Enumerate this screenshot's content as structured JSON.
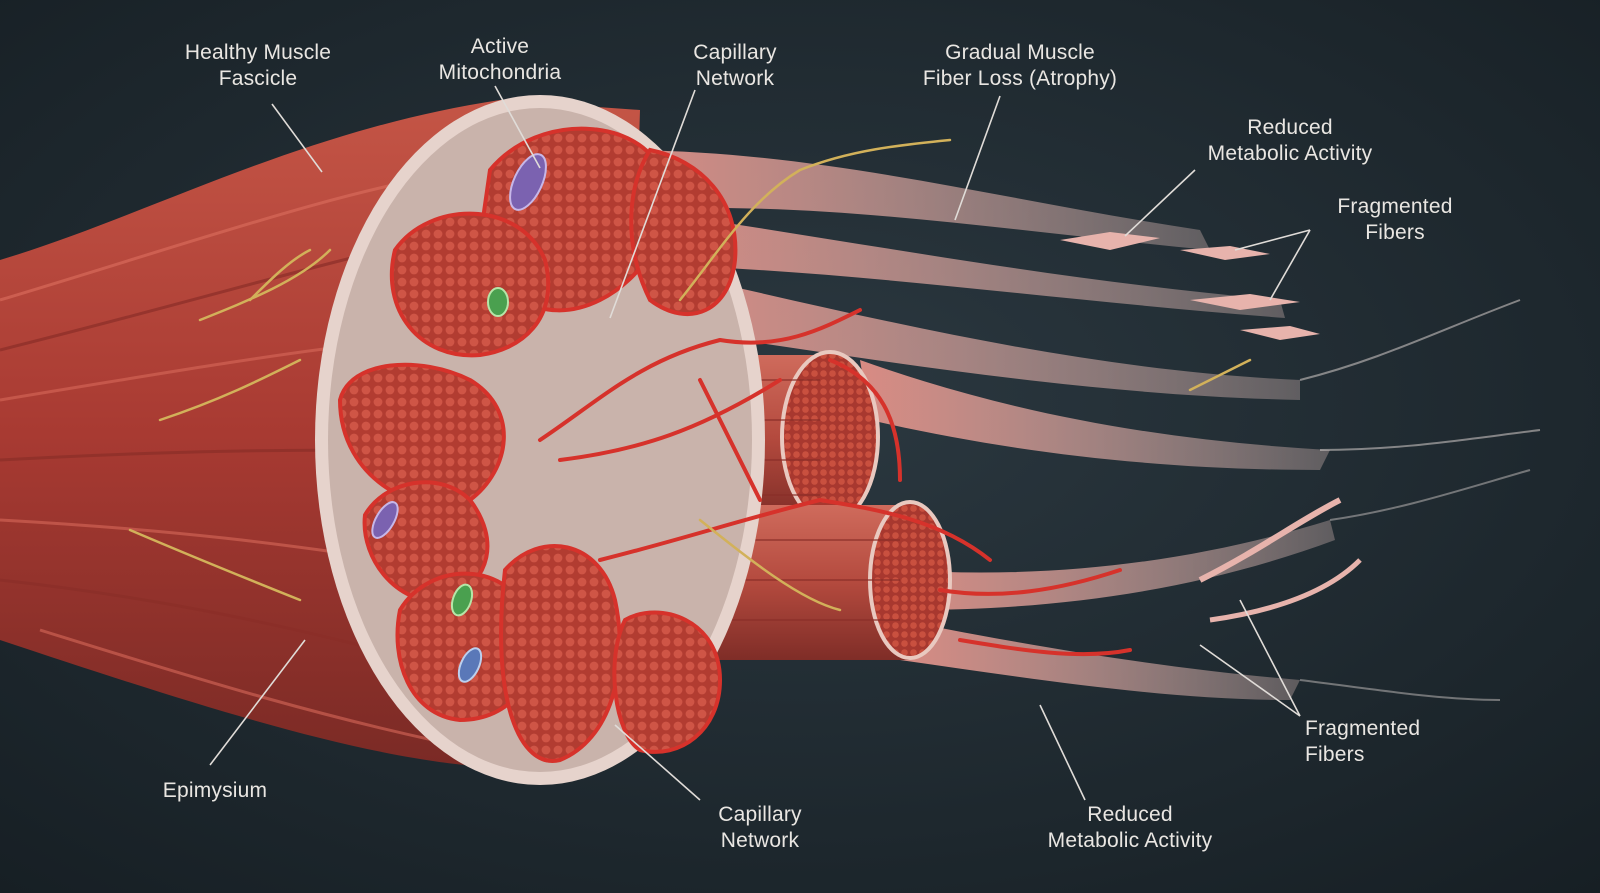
{
  "labels": {
    "healthy_muscle_fascicle": "Healthy Muscle\nFascicle",
    "active_mitochondria": "Active\nMitochondria",
    "capillary_network_top": "Capillary\nNetwork",
    "gradual_fiber_loss": "Gradual Muscle\nFiber Loss (Atrophy)",
    "reduced_metabolic_top": "Reduced\nMetabolic Activity",
    "fragmented_fibers_top": "Fragmented\nFibers",
    "epimysium": "Epimysium",
    "capillary_network_bottom": "Capillary\nNetwork",
    "reduced_metabolic_bottom": "Reduced\nMetabolic Activity",
    "fragmented_fibers_bottom": "Fragmented\nFibers"
  },
  "colors": {
    "background": "#1b252c",
    "muscle": "#b5483c",
    "muscle_dark": "#7a2a25",
    "fascicle_fill": "#c2463a",
    "capillary": "#d6322b",
    "atrophy": "#e3a9a2",
    "nerve": "#d2b15a",
    "label": "#e9e6e2"
  }
}
